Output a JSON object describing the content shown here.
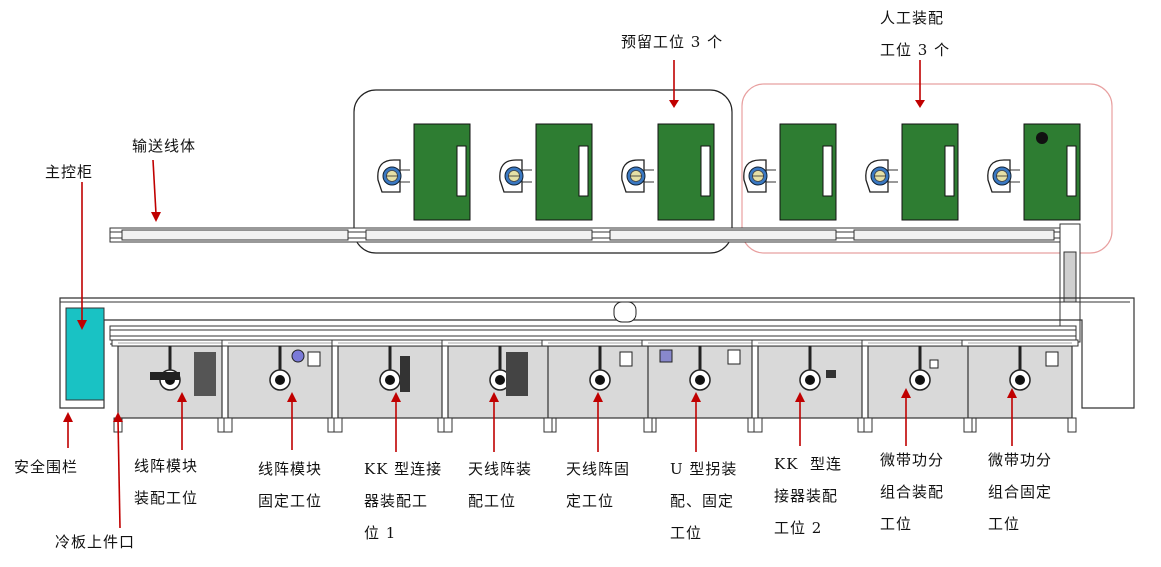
{
  "labels": {
    "main_cabinet": "主控柜",
    "conveyor": "输送线体",
    "reserved": "预留工位 3 个",
    "manual": "人工装配\n工位 3 个",
    "safety_fence": "安全围栏",
    "cold_plate": "冷板上件口",
    "st1": "线阵模块\n装配工位",
    "st2": "线阵模块\n固定工位",
    "st3": "KK 型连接\n器装配工\n位 1",
    "st4": "天线阵装\n配工位",
    "st5": "天线阵固\n定工位",
    "st6": "U 型拐装\n配、固定\n工位",
    "st7": "KK  型连\n接器装配\n工位 2",
    "st8": "微带功分\n组合装配\n工位",
    "st9": "微带功分\n组合固定\n工位"
  },
  "colors": {
    "cabinet": "#19c2c4",
    "station_green": "#2e7d32",
    "line": "#333333",
    "arrow": "#c00000",
    "manual_box": "#e8a0a0"
  }
}
